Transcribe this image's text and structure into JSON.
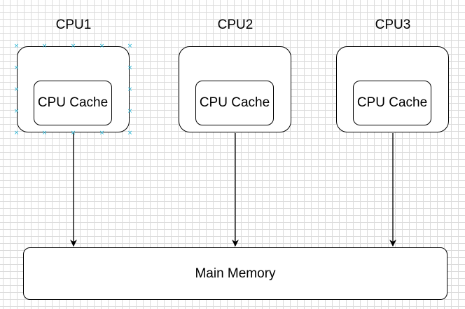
{
  "cpus": [
    {
      "label": "CPU1",
      "cache_label": "CPU Cache",
      "selected": true
    },
    {
      "label": "CPU2",
      "cache_label": "CPU Cache",
      "selected": false
    },
    {
      "label": "CPU3",
      "cache_label": "CPU Cache",
      "selected": false
    }
  ],
  "memory": {
    "label": "Main Memory"
  },
  "edges": [
    {
      "from": "CPU1",
      "to": "Main Memory"
    },
    {
      "from": "CPU2",
      "to": "Main Memory"
    },
    {
      "from": "CPU3",
      "to": "Main Memory"
    }
  ],
  "colors": {
    "selection_handle": "#29b6d6",
    "grid": "#dcdcdc"
  }
}
